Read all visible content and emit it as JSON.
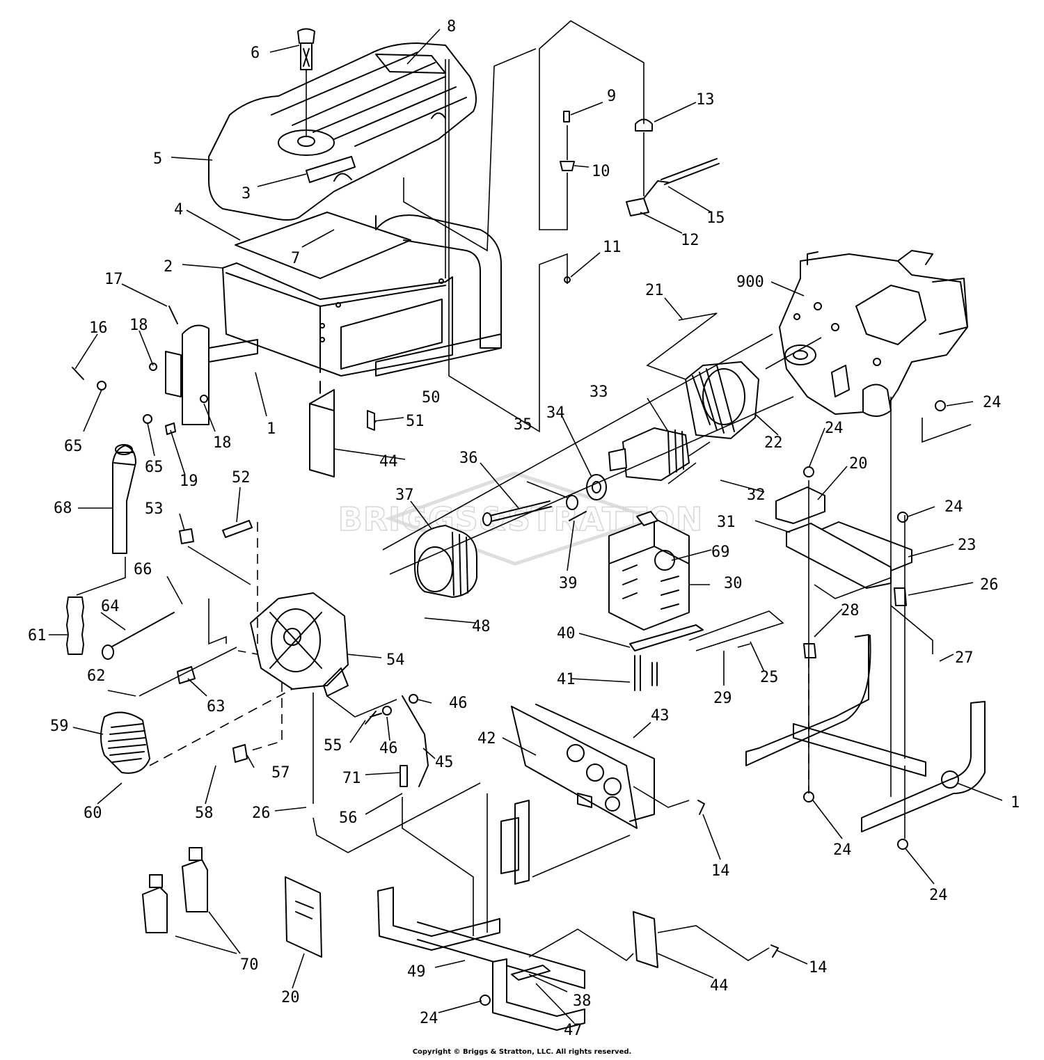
{
  "watermark": {
    "brand": "BRIGGS&STRATTON"
  },
  "copyright": "Copyright © Briggs & Stratton, LLC. All rights reserved.",
  "callouts": [
    {
      "id": "c1",
      "text": "1"
    },
    {
      "id": "c2",
      "text": "2"
    },
    {
      "id": "c3",
      "text": "3"
    },
    {
      "id": "c4",
      "text": "4"
    },
    {
      "id": "c5",
      "text": "5"
    },
    {
      "id": "c6",
      "text": "6"
    },
    {
      "id": "c7",
      "text": "7"
    },
    {
      "id": "c8",
      "text": "8"
    },
    {
      "id": "c9",
      "text": "9"
    },
    {
      "id": "c10",
      "text": "10"
    },
    {
      "id": "c11",
      "text": "11"
    },
    {
      "id": "c12",
      "text": "12"
    },
    {
      "id": "c13",
      "text": "13"
    },
    {
      "id": "c14",
      "text": "14"
    },
    {
      "id": "c15",
      "text": "15"
    },
    {
      "id": "c16",
      "text": "16"
    },
    {
      "id": "c17",
      "text": "17"
    },
    {
      "id": "c18",
      "text": "18"
    },
    {
      "id": "c19",
      "text": "19"
    },
    {
      "id": "c20",
      "text": "20"
    },
    {
      "id": "c21",
      "text": "21"
    },
    {
      "id": "c22",
      "text": "22"
    },
    {
      "id": "c23",
      "text": "23"
    },
    {
      "id": "c24",
      "text": "24"
    },
    {
      "id": "c25",
      "text": "25"
    },
    {
      "id": "c26",
      "text": "26"
    },
    {
      "id": "c27",
      "text": "27"
    },
    {
      "id": "c28",
      "text": "28"
    },
    {
      "id": "c29",
      "text": "29"
    },
    {
      "id": "c30",
      "text": "30"
    },
    {
      "id": "c31",
      "text": "31"
    },
    {
      "id": "c32",
      "text": "32"
    },
    {
      "id": "c33",
      "text": "33"
    },
    {
      "id": "c34",
      "text": "34"
    },
    {
      "id": "c35",
      "text": "35"
    },
    {
      "id": "c36",
      "text": "36"
    },
    {
      "id": "c37",
      "text": "37"
    },
    {
      "id": "c38",
      "text": "38"
    },
    {
      "id": "c39",
      "text": "39"
    },
    {
      "id": "c40",
      "text": "40"
    },
    {
      "id": "c41",
      "text": "41"
    },
    {
      "id": "c42",
      "text": "42"
    },
    {
      "id": "c43",
      "text": "43"
    },
    {
      "id": "c44",
      "text": "44"
    },
    {
      "id": "c45",
      "text": "45"
    },
    {
      "id": "c46",
      "text": "46"
    },
    {
      "id": "c47",
      "text": "47"
    },
    {
      "id": "c48",
      "text": "48"
    },
    {
      "id": "c49",
      "text": "49"
    },
    {
      "id": "c50",
      "text": "50"
    },
    {
      "id": "c51",
      "text": "51"
    },
    {
      "id": "c52",
      "text": "52"
    },
    {
      "id": "c53",
      "text": "53"
    },
    {
      "id": "c54",
      "text": "54"
    },
    {
      "id": "c55",
      "text": "55"
    },
    {
      "id": "c56",
      "text": "56"
    },
    {
      "id": "c57",
      "text": "57"
    },
    {
      "id": "c58",
      "text": "58"
    },
    {
      "id": "c59",
      "text": "59"
    },
    {
      "id": "c60",
      "text": "60"
    },
    {
      "id": "c61",
      "text": "61"
    },
    {
      "id": "c62",
      "text": "62"
    },
    {
      "id": "c63",
      "text": "63"
    },
    {
      "id": "c64",
      "text": "64"
    },
    {
      "id": "c65",
      "text": "65"
    },
    {
      "id": "c66",
      "text": "66"
    },
    {
      "id": "c68",
      "text": "68"
    },
    {
      "id": "c69",
      "text": "69"
    },
    {
      "id": "c70",
      "text": "70"
    },
    {
      "id": "c71",
      "text": "71"
    },
    {
      "id": "c900",
      "text": "900"
    }
  ]
}
